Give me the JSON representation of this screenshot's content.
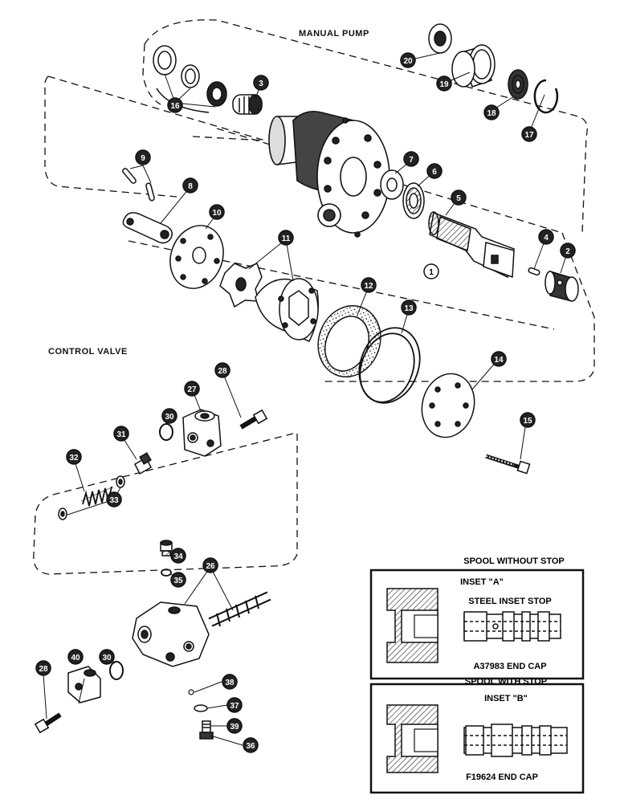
{
  "sections": {
    "manual_pump": "MANUAL PUMP",
    "control_valve": "CONTROL VALVE"
  },
  "inset_panel": {
    "heading": "SPOOL WITHOUT STOP",
    "inset_a": {
      "label": "INSET \"A\"",
      "material_label": "STEEL INSET STOP",
      "part_caption": "A37983 END CAP"
    },
    "inset_b": {
      "heading": "SPOOL WITH STOP",
      "label": "INSET \"B\"",
      "part_caption": "F19624 END CAP"
    }
  },
  "callouts": [
    "1",
    "2",
    "3",
    "4",
    "5",
    "6",
    "7",
    "8",
    "9",
    "10",
    "11",
    "12",
    "13",
    "14",
    "15",
    "16",
    "17",
    "18",
    "19",
    "20",
    "26",
    "27",
    "28",
    "30",
    "31",
    "32",
    "33",
    "34",
    "35",
    "36",
    "37",
    "38",
    "39",
    "40"
  ]
}
